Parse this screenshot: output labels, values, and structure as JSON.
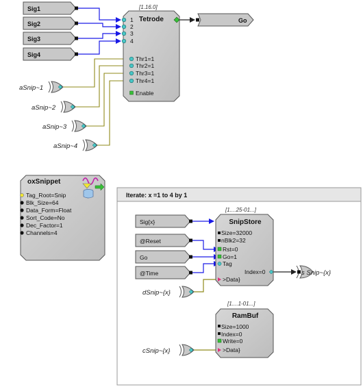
{
  "sources": [
    "Sig1",
    "Sig2",
    "Sig3",
    "Sig4"
  ],
  "tetrode": {
    "version": "[1.16.0]",
    "title": "Tetrode",
    "inputs": [
      "1",
      "2",
      "3",
      "4"
    ],
    "params": [
      "Thr1=1",
      "Thr2=1",
      "Thr3=1",
      "Thr4=1"
    ],
    "enable": "Enable",
    "output_tag": "Go"
  },
  "asnips": [
    "aSnip~1",
    "aSnip~2",
    "aSnip~3",
    "aSnip~4"
  ],
  "oxsnippet": {
    "title": "oxSnippet",
    "params": [
      "Tag_Root=Snip",
      "Blk_Size=64",
      "Data_Form=Float",
      "Sort_Code=No",
      "Dec_Factor=1",
      "Channels=4"
    ]
  },
  "iterate": {
    "label": "Iterate:  x =1 to 4 by 1",
    "snipstore": {
      "version": "[1....25-01...]",
      "title": "SnipStore",
      "inputs": [
        "Size=32000",
        "nBlk2=32",
        "Rst=0",
        "Go=1",
        "Tag",
        ">Data}"
      ],
      "output": "Index=0"
    },
    "tags": [
      "Sig{x}",
      "@Reset",
      "Go",
      "@Time"
    ],
    "dsnip": "dSnip~{x}",
    "ssnip_out": "s Snip~{x}",
    "rambuf": {
      "version": "[1....1-01...]",
      "title": "RamBuf",
      "inputs": [
        "Size=1000",
        "Index=0",
        "Write=0",
        ">Data}"
      ]
    },
    "csnip": "cSnip~{x}"
  },
  "colors": {
    "block_fill": "#c8c8c8",
    "wire_blue": "#1a1ae6",
    "wire_olive": "#8f8a1a",
    "port_cyan": "#49c6c6",
    "port_green": "#38c038",
    "port_black": "#111111",
    "port_pink": "#e0307a",
    "port_yellow": "#f2e830"
  }
}
